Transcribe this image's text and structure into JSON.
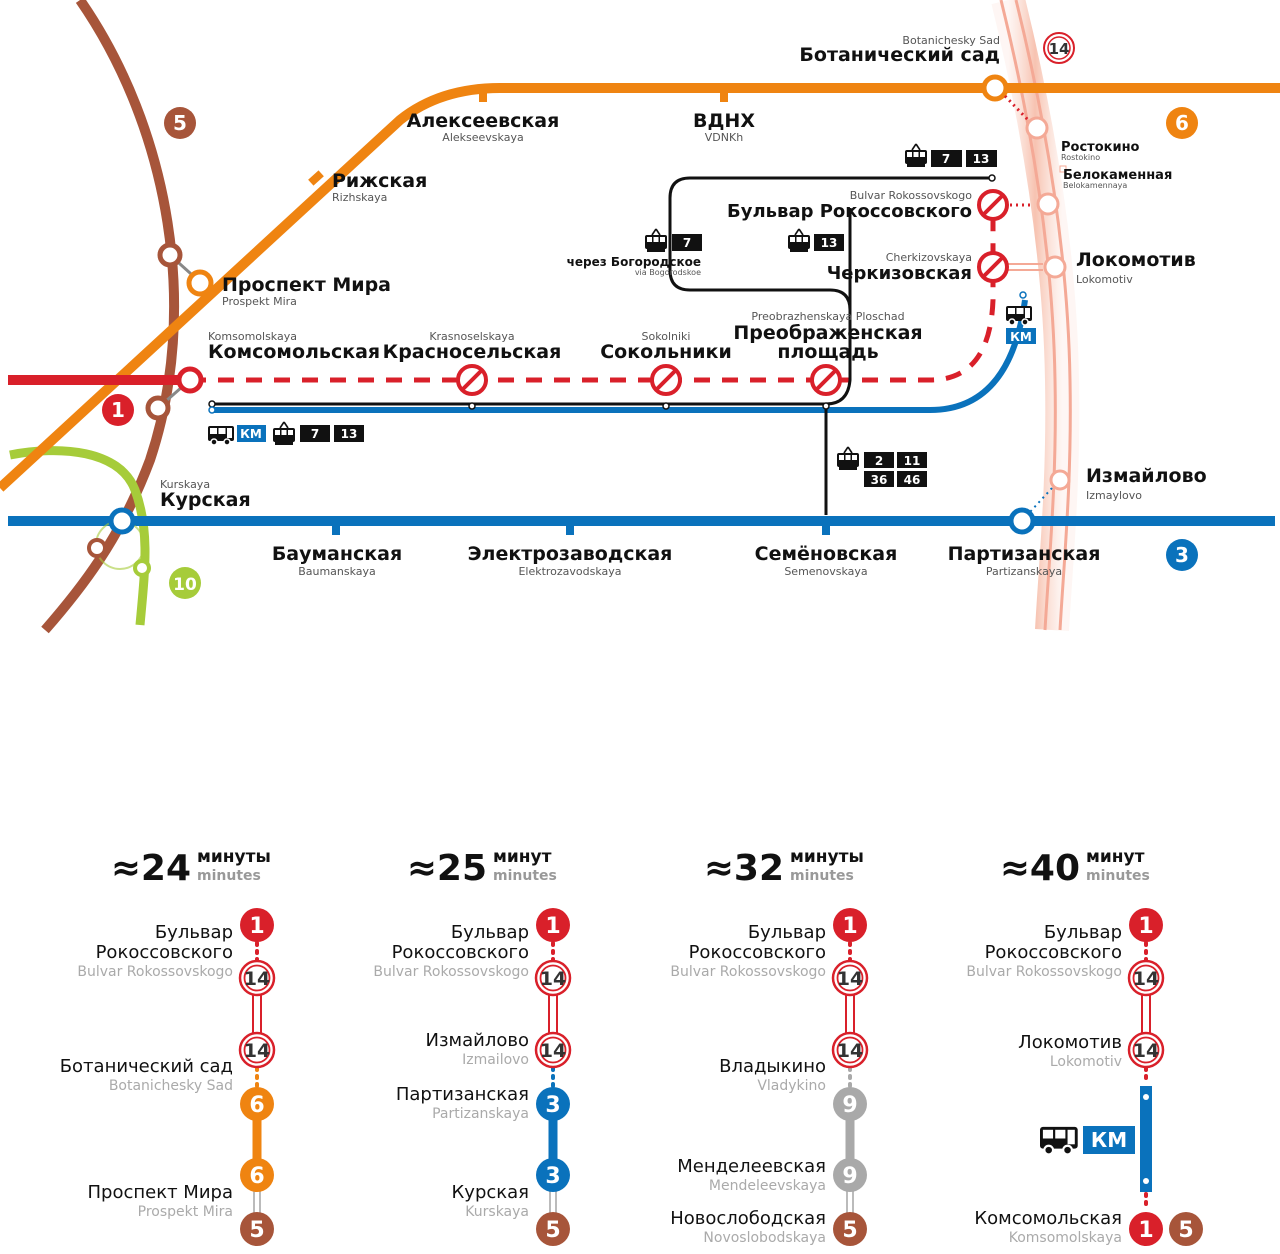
{
  "lines": [
    {
      "number": "1",
      "color": "#d9202a"
    },
    {
      "number": "3",
      "color": "#0a72bc"
    },
    {
      "number": "5",
      "color": "#a7553a"
    },
    {
      "number": "6",
      "color": "#ef8411"
    },
    {
      "number": "10",
      "color": "#a6cc3a"
    },
    {
      "number": "14",
      "color": "#d9202a"
    },
    {
      "number": "9",
      "color": "#a9a9a9"
    }
  ],
  "stations": {
    "botanichesky_sad": {
      "ru": "Ботанический сад",
      "en": "Botanichesky Sad"
    },
    "alekseevskaya": {
      "ru": "Алексеевская",
      "en": "Alekseevskaya"
    },
    "vdnh": {
      "ru": "ВДНХ",
      "en": "VDNKh"
    },
    "rizhskaya": {
      "ru": "Рижская",
      "en": "Rizhskaya"
    },
    "prospekt_mira": {
      "ru": "Проспект Мира",
      "en": "Prospekt Mira"
    },
    "komsomolskaya": {
      "ru": "Комсомольская",
      "en": "Komsomolskaya"
    },
    "krasnoselskaya": {
      "ru": "Красносельская",
      "en": "Krasnoselskaya"
    },
    "sokolniki": {
      "ru": "Сокольники",
      "en": "Sokolniki"
    },
    "preobrazhenskaya": {
      "ru1": "Преображенская",
      "ru2": "площадь",
      "en": "Preobrazhenskaya Ploschad"
    },
    "bulvar_rokossovskogo": {
      "ru": "Бульвар Рокоссовского",
      "en": "Bulvar Rokossovskogo"
    },
    "cherkizovskaya": {
      "ru": "Черкизовская",
      "en": "Cherkizovskaya"
    },
    "rostokino": {
      "ru": "Ростокино",
      "en": "Rostokino"
    },
    "belokamennaya": {
      "ru": "Белокаменная",
      "en": "Belokamennaya"
    },
    "lokomotiv": {
      "ru": "Локомотив",
      "en": "Lokomotiv"
    },
    "izmaylovo": {
      "ru": "Измайлово",
      "en": "Izmaylovo"
    },
    "kurskaya": {
      "ru": "Курская",
      "en": "Kurskaya"
    },
    "baumanskaya": {
      "ru": "Бауманская",
      "en": "Baumanskaya"
    },
    "elektrozavodskaya": {
      "ru": "Электрозаводская",
      "en": "Elektrozavodskaya"
    },
    "semenovskaya": {
      "ru": "Семёновская",
      "en": "Semenovskaya"
    },
    "partizanskaya": {
      "ru": "Партизанская",
      "en": "Partizanskaya"
    }
  },
  "via": {
    "ru": "через Богородское",
    "en": "via Bogorodskoe"
  },
  "km_label": "КМ",
  "route_numbers": {
    "top_tram": [
      "7",
      "13"
    ],
    "via_tram": "7",
    "mid_tram": "13",
    "left_tram": [
      "7",
      "13"
    ],
    "semenov_tram": [
      "2",
      "11",
      "36",
      "46"
    ]
  },
  "routes": [
    {
      "time": "≈24",
      "unit_ru": "минуты",
      "unit_en": "minutes",
      "stops": [
        {
          "ru": "Бульвар",
          "ru2": "Рокоссовского",
          "en": "Bulvar Rokossovskogo"
        },
        {
          "ru": "Ботанический сад",
          "en": "Botanichesky Sad"
        },
        {
          "ru": "Проспект Мира",
          "en": "Prospekt Mira"
        }
      ],
      "badges": [
        "1",
        "14",
        "14",
        "6",
        "6",
        "5"
      ]
    },
    {
      "time": "≈25",
      "unit_ru": "минут",
      "unit_en": "minutes",
      "stops": [
        {
          "ru": "Бульвар",
          "ru2": "Рокоссовского",
          "en": "Bulvar Rokossovskogo"
        },
        {
          "ru": "Измайлово",
          "en": "Izmailovo"
        },
        {
          "ru": "Партизанская",
          "en": "Partizanskaya"
        },
        {
          "ru": "Курская",
          "en": "Kurskaya"
        }
      ],
      "badges": [
        "1",
        "14",
        "14",
        "3",
        "3",
        "5"
      ]
    },
    {
      "time": "≈32",
      "unit_ru": "минуты",
      "unit_en": "minutes",
      "stops": [
        {
          "ru": "Бульвар",
          "ru2": "Рокоссовского",
          "en": "Bulvar Rokossovskogo"
        },
        {
          "ru": "Владыкино",
          "en": "Vladykino"
        },
        {
          "ru": "Менделеевская",
          "en": "Mendeleevskaya"
        },
        {
          "ru": "Новослободская",
          "en": "Novoslobodskaya"
        }
      ],
      "badges": [
        "1",
        "14",
        "14",
        "9",
        "9",
        "5"
      ]
    },
    {
      "time": "≈40",
      "unit_ru": "минут",
      "unit_en": "minutes",
      "stops": [
        {
          "ru": "Бульвар",
          "ru2": "Рокоссовского",
          "en": "Bulvar Rokossovskogo"
        },
        {
          "ru": "Локомотив",
          "en": "Lokomotiv"
        },
        {
          "ru": "Комсомольская",
          "en": "Komsomolskaya"
        }
      ],
      "badges": [
        "1",
        "14",
        "14",
        "1",
        "5"
      ]
    }
  ]
}
